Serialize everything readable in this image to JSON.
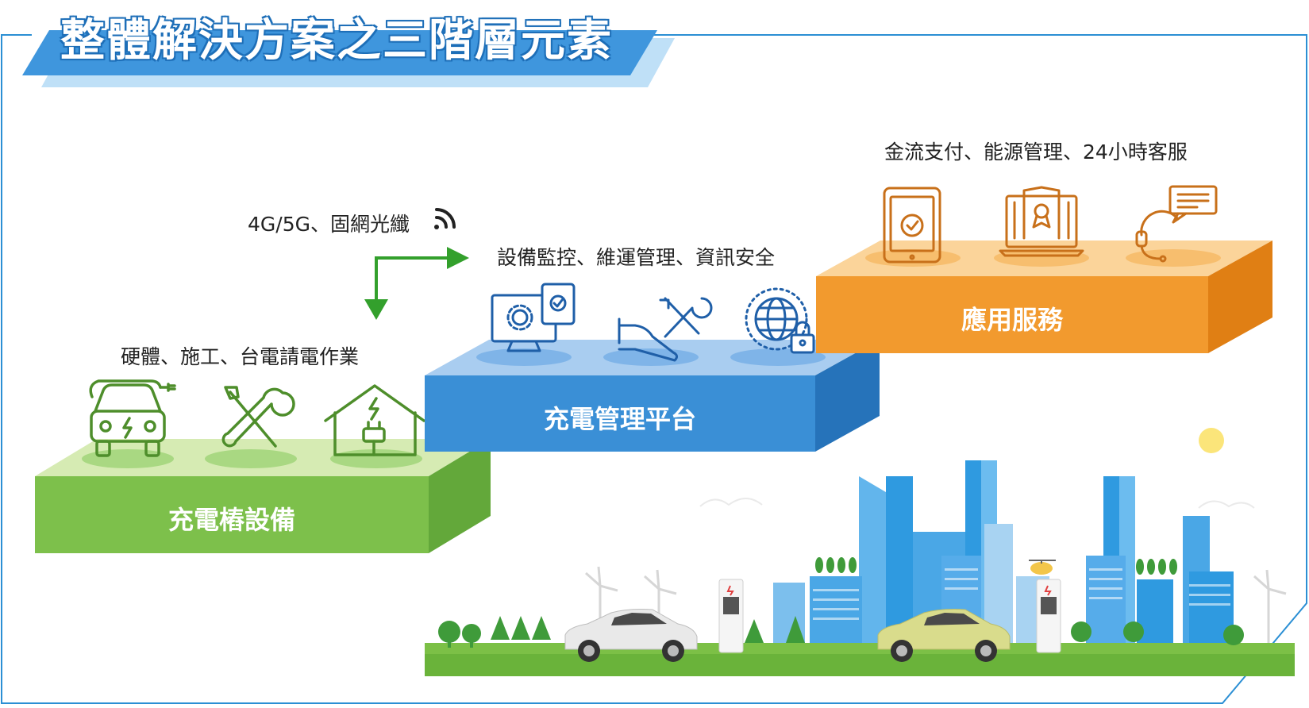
{
  "title": "整體解決方案之三階層元素",
  "connectivity_label": "4G/5G、固網光纖",
  "tiers": [
    {
      "name": "充電樁設備",
      "caption": "硬體、施工、台電請電作業",
      "color": "#7dc04b",
      "top_color": "#d6ebb3",
      "side_color": "#63a83a"
    },
    {
      "name": "充電管理平台",
      "caption": "設備監控、維運管理、資訊安全",
      "color": "#3a8fd6",
      "top_color": "#a9cdf0",
      "side_color": "#2673ba"
    },
    {
      "name": "應用服務",
      "caption": "金流支付、能源管理、24小時客服",
      "color": "#f29a2e",
      "top_color": "#fbd49a",
      "side_color": "#e07f14"
    }
  ],
  "icons": [
    "ev-car-icon",
    "tools-icon",
    "smart-home-icon",
    "monitor-gear-icon",
    "hand-wrench-icon",
    "globe-lock-icon",
    "tablet-check-icon",
    "laptop-certificate-icon",
    "headset-chat-icon",
    "wifi-signal-icon"
  ]
}
